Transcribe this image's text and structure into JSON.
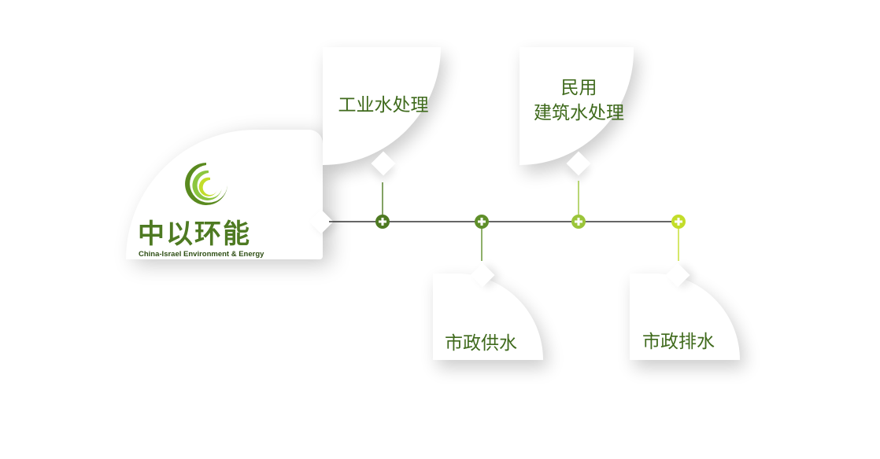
{
  "logo": {
    "name_cn": "中以环能",
    "name_en": "China-Israel Environment & Energy",
    "icon": "crescent-rings-icon",
    "colors": [
      "#5a8a1f",
      "#8cc63f",
      "#c3dd2a"
    ]
  },
  "segments": [
    {
      "label": "工业水处理",
      "position": "above",
      "color": "#4e7a22"
    },
    {
      "label": "市政供水",
      "position": "below",
      "color": "#5f8f2a"
    },
    {
      "label_lines": [
        "民用",
        "建筑水处理"
      ],
      "position": "above",
      "color": "#9bc53a"
    },
    {
      "label": "市政排水",
      "position": "below",
      "color": "#c3dd2a"
    }
  ],
  "node_icon": "plus-circle-icon",
  "line_color": "#333333"
}
